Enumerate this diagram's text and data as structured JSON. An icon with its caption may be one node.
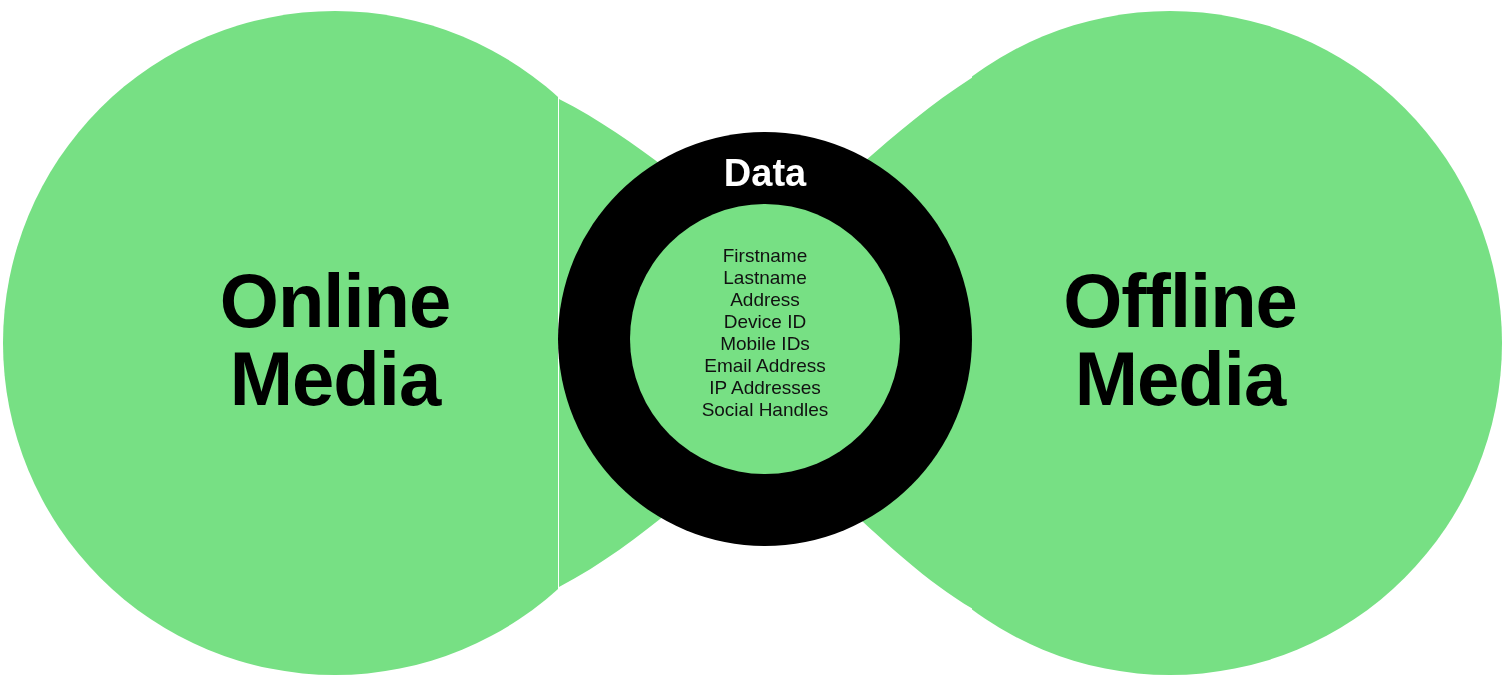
{
  "diagram": {
    "nodes": [
      {
        "text": [
          "Online Media"
        ]
      },
      {
        "text": [
          "Data",
          "Firstname",
          "Lastname",
          "Address",
          "Device ID",
          "Mobile IDs",
          "Email Address",
          "IP Addresses",
          "Social Handles"
        ]
      },
      {
        "text": [
          "Offline Media"
        ]
      }
    ]
  }
}
